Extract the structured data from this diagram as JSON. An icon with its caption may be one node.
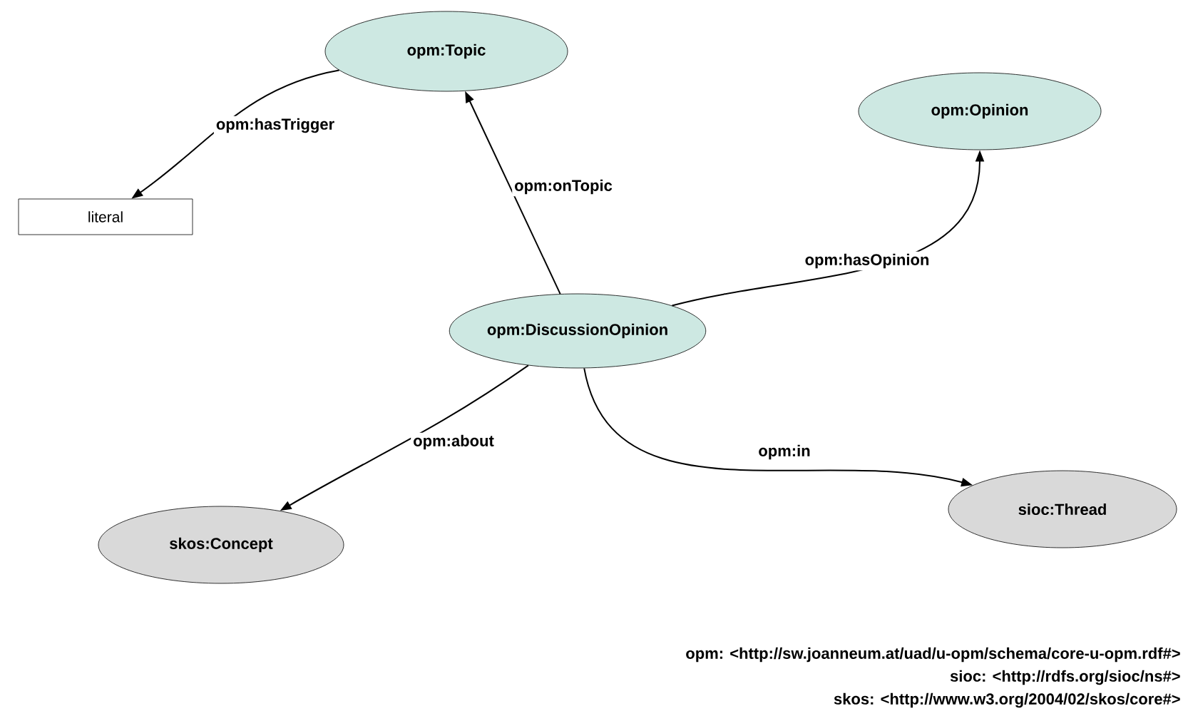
{
  "diagram": {
    "nodes": [
      {
        "text": [
          "opm:Topic"
        ]
      },
      {
        "text": [
          "literal"
        ]
      },
      {
        "text": [
          "opm:Opinion"
        ]
      },
      {
        "text": [
          "opm:DiscussionOpinion"
        ]
      },
      {
        "text": [
          "skos:Concept"
        ]
      },
      {
        "text": [
          "sioc:Thread"
        ]
      }
    ],
    "edges": [
      {
        "from": 3,
        "to": 0,
        "arrow": "to",
        "label": "opm:onTopic"
      },
      {
        "from": 0,
        "to": 1,
        "arrow": "to",
        "label": "opm:hasTrigger"
      },
      {
        "from": 3,
        "to": 2,
        "arrow": "to",
        "label": "opm:hasOpinion"
      },
      {
        "from": 3,
        "to": 4,
        "arrow": "to",
        "label": "opm:about"
      },
      {
        "from": 3,
        "to": 5,
        "arrow": "to",
        "label": "opm:in"
      }
    ],
    "labels": [
      "opm: <http://sw.joanneum.at/uad/u-opm/schema/core-u-opm.rdf#>",
      "sioc: <http://rdfs.org/sioc/ns#>",
      "skos: <http://www.w3.org/2004/02/skos/core#>"
    ]
  }
}
